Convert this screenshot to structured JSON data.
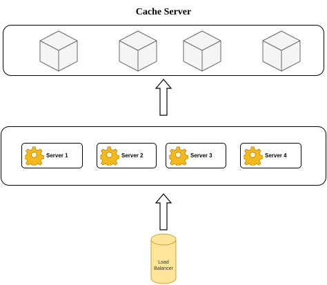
{
  "title": "Cache Server",
  "cache_nodes": [
    {
      "icon": "cube-icon"
    },
    {
      "icon": "cube-icon"
    },
    {
      "icon": "cube-icon"
    },
    {
      "icon": "cube-icon"
    }
  ],
  "servers": [
    {
      "label": "Server 1",
      "icon": "gear-icon"
    },
    {
      "label": "Server 2",
      "icon": "gear-icon"
    },
    {
      "label": "Server 3",
      "icon": "gear-icon"
    },
    {
      "label": "Server 4",
      "icon": "gear-icon"
    }
  ],
  "load_balancer": {
    "line1": "Load",
    "line2": "Balancer",
    "icon": "cylinder-icon"
  },
  "colors": {
    "gear": "#f5b91e",
    "cylinder": "#ffe599",
    "cube_fill": "#f5f5f5",
    "border": "#000000"
  }
}
